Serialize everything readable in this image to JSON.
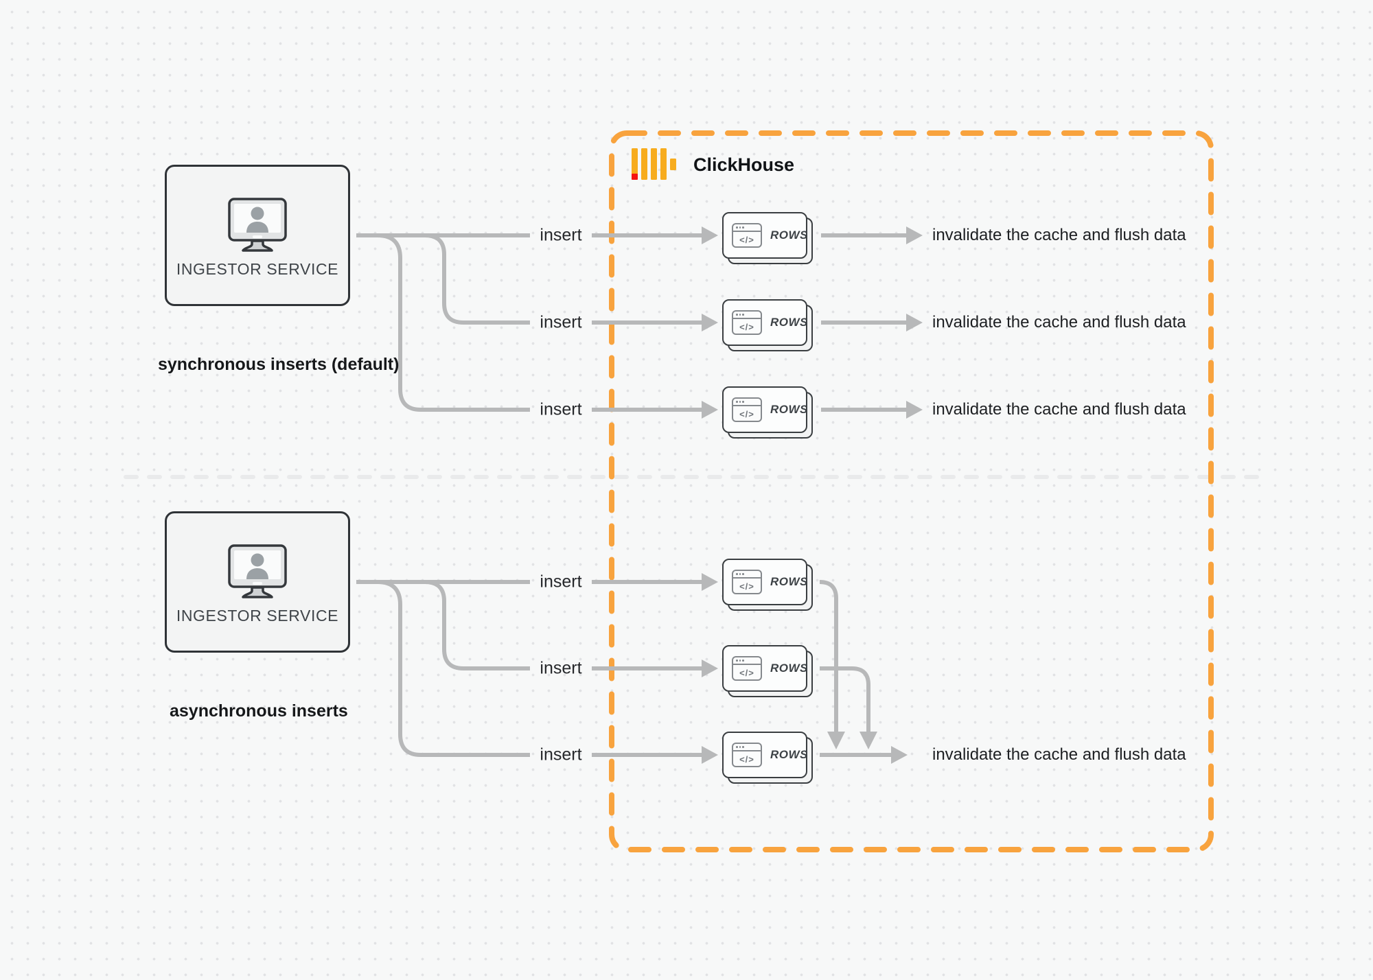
{
  "diagram": {
    "clickhouse": {
      "label": "ClickHouse"
    },
    "sync": {
      "service_label": "INGESTOR SERVICE",
      "caption": "synchronous inserts (default)",
      "rows": [
        {
          "insert_label": "insert",
          "card_label": "ROWS",
          "card_icon": "code-window-icon",
          "result_label": "invalidate the cache and flush data"
        },
        {
          "insert_label": "insert",
          "card_label": "ROWS",
          "card_icon": "code-window-icon",
          "result_label": "invalidate the cache and flush data"
        },
        {
          "insert_label": "insert",
          "card_label": "ROWS",
          "card_icon": "code-window-icon",
          "result_label": "invalidate the cache and flush data"
        }
      ]
    },
    "asynchronous": {
      "service_label": "INGESTOR SERVICE",
      "caption": "asynchronous inserts",
      "rows": [
        {
          "insert_label": "insert",
          "card_label": "ROWS",
          "card_icon": "code-window-icon"
        },
        {
          "insert_label": "insert",
          "card_label": "ROWS",
          "card_icon": "code-window-icon"
        },
        {
          "insert_label": "insert",
          "card_label": "ROWS",
          "card_icon": "code-window-icon"
        }
      ],
      "result_label": "invalidate the cache and flush data"
    },
    "icons": {
      "service_icon": "monitor-user-icon",
      "code_glyph": "</>",
      "logo_icon": "clickhouse-logo-icon"
    },
    "colors": {
      "accent_orange_border": "#F8A33E",
      "logo_amber": "#F7AC1E",
      "logo_red": "#F51512",
      "arrow_gray": "#B7B8B9",
      "dark_border": "#2F3337",
      "divider_gray": "#E9EAEB",
      "background": "#F7F8F8"
    }
  }
}
